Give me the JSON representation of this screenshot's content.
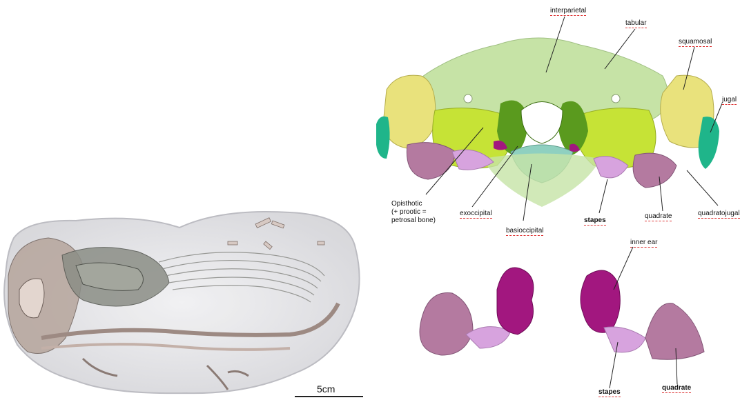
{
  "labels": {
    "interparietal": "interparietal",
    "tabular": "tabular",
    "squamosal": "squamosal",
    "jugal": "jugal",
    "opisthotic": "Opisthotic\n(+ prootic =\npetrosal bone)",
    "exoccipital": "exoccipital",
    "basioccipital": "basioccipital",
    "stapes_top": "stapes",
    "quadrate_top": "quadrate",
    "quadratojugal": "quadratojugal",
    "inner_ear": "inner ear",
    "stapes_bottom": "stapes",
    "quadrate_bottom": "quadrate"
  },
  "scale_bar": {
    "label": "5cm"
  },
  "colors": {
    "pale_green": "#c6e3a6",
    "yellow": "#e9e27c",
    "lime": "#c6e336",
    "dark_green": "#5a9a1e",
    "teal": "#1fb58a",
    "cyan": "#8fd0c0",
    "mauve": "#b47aa0",
    "magenta": "#a2177f",
    "lilac": "#d7a3de",
    "fossil_bone": "#cdbdb5",
    "matrix": "#e7e7ea"
  }
}
